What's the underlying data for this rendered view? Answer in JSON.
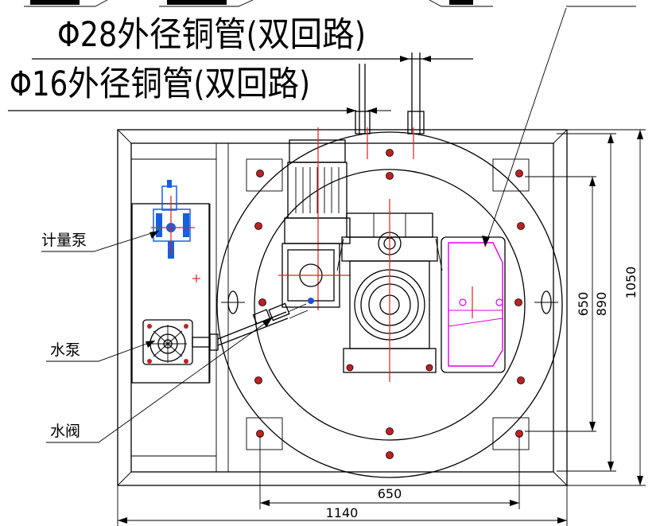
{
  "labels": {
    "pipe_28": "Φ28外径铜管(双回路)",
    "pipe_16": "Φ16外径铜管(双回路)",
    "metering_pump": "计量泵",
    "water_pump": "水泵",
    "water_valve": "水阀"
  },
  "dimensions": {
    "d650_vertical": "650",
    "d890_vertical": "890",
    "d1050_vertical": "1050",
    "d650_horizontal": "650",
    "d1140_horizontal": "1140"
  },
  "colors": {
    "line": "#000000",
    "center_mark": "#e02020",
    "hopper": "#e000e0",
    "pump_body": "#1560e0"
  }
}
